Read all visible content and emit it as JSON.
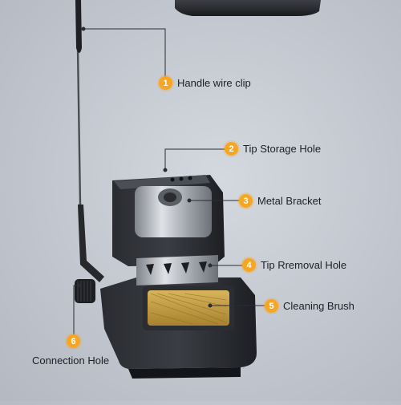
{
  "callouts": [
    {
      "number": "1",
      "label": "Handle wire clip"
    },
    {
      "number": "2",
      "label": "Tip Storage Hole"
    },
    {
      "number": "3",
      "label": "Metal Bracket"
    },
    {
      "number": "4",
      "label": "Tip Rremoval Hole"
    },
    {
      "number": "5",
      "label": "Cleaning Brush"
    },
    {
      "number": "6",
      "label": "Connection Hole"
    }
  ],
  "colors": {
    "badge": "#f5a623",
    "leader_line": "#2a2d33",
    "base_body": "#1c1e22",
    "brush": "#c9a24a",
    "metal": "#a9adb3"
  }
}
